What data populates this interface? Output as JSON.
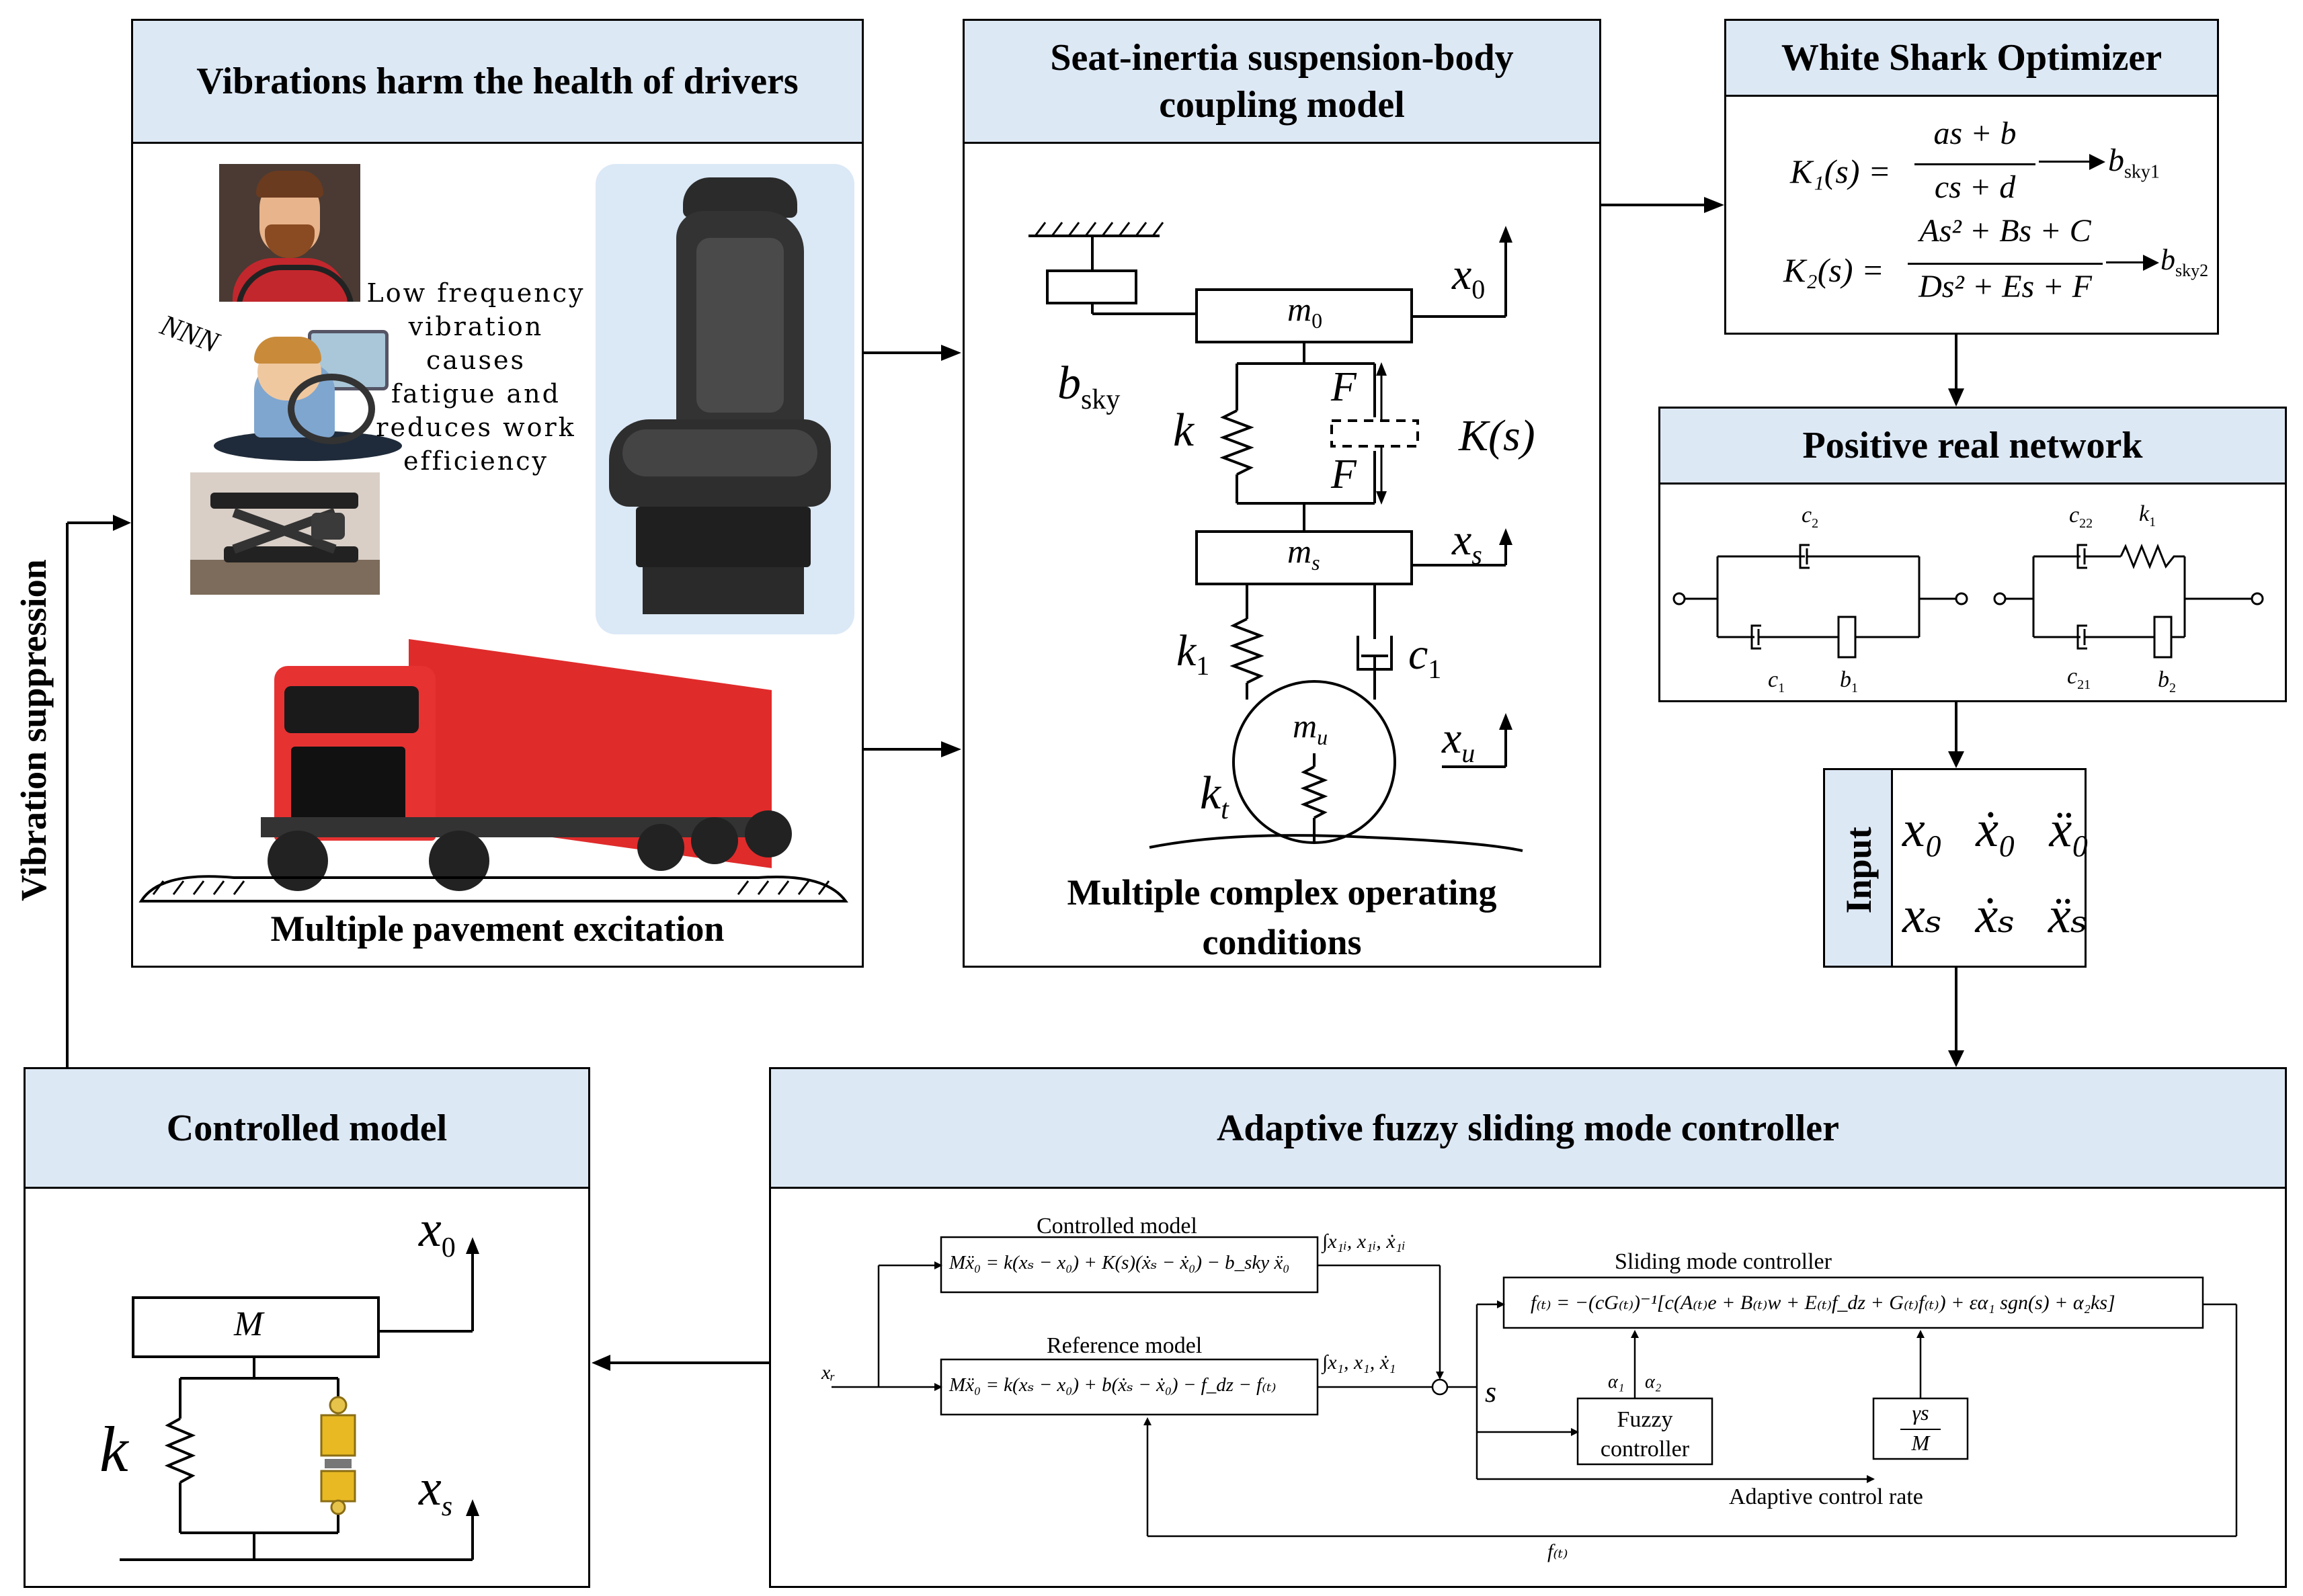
{
  "panels": {
    "vibrations": {
      "title": "Vibrations harm the health of drivers",
      "caption_lines": [
        "Low frequency",
        "vibration causes",
        "fatigue and",
        "reduces work",
        "efficiency"
      ],
      "sleep_mark": "NNN",
      "footer": "Multiple pavement excitation"
    },
    "coupling": {
      "title_lines": [
        "Seat-inertia suspension-body",
        "coupling model"
      ],
      "labels": {
        "x0": "x",
        "x0_sub": "0",
        "m0": "m",
        "m0_sub": "0",
        "bsky": "b",
        "bsky_sub": "sky",
        "k": "k",
        "F_top": "F",
        "F_bot": "F",
        "Ks": "K(s)",
        "xs": "x",
        "xs_sub": "s",
        "ms": "m",
        "ms_sub": "s",
        "k1": "k",
        "k1_sub": "1",
        "c1": "c",
        "c1_sub": "1",
        "mu": "m",
        "mu_sub": "u",
        "xu": "x",
        "xu_sub": "u",
        "kt": "k",
        "kt_sub": "t"
      },
      "footer_lines": [
        "Multiple complex operating",
        "conditions"
      ]
    },
    "wso": {
      "title": "White Shark Optimizer",
      "eq1": {
        "lhs": "K₁(s) =",
        "num": "as + b",
        "den": "cs + d",
        "out": "b",
        "out_sub": "sky1"
      },
      "eq2": {
        "lhs": "K₂(s) =",
        "num": "As² + Bs + C",
        "den": "Ds² + Es + F",
        "out": "b",
        "out_sub": "sky2"
      }
    },
    "network": {
      "title": "Positive real network",
      "labels": {
        "c2": "c",
        "c2_sub": "2",
        "c1": "c",
        "c1_sub": "1",
        "b1": "b",
        "b1_sub": "1",
        "c22": "c",
        "c22_sub": "22",
        "k1": "k",
        "k1_sub": "1",
        "c21": "c",
        "c21_sub": "21",
        "b2": "b",
        "b2_sub": "2"
      }
    },
    "input": {
      "label": "Input",
      "row1": [
        "x₀",
        "ẋ₀",
        "ẍ₀"
      ],
      "row2": [
        "xₛ",
        "ẋₛ",
        "ẍₛ"
      ]
    },
    "controlled": {
      "title": "Controlled model",
      "labels": {
        "x0": "x",
        "x0_sub": "0",
        "M": "M",
        "k": "k",
        "xs": "x",
        "xs_sub": "s"
      }
    },
    "afsmc": {
      "title": "Adaptive fuzzy sliding mode controller",
      "controlled_model": "Controlled model",
      "controlled_eq": "Mẍ₀ = k(xₛ − x₀) + K(s)(ẋₛ − ẋ₀) − b_sky ẍ₀",
      "controlled_out": "∫x₁ᵢ, x₁ᵢ, ẋ₁ᵢ",
      "reference_model": "Reference model",
      "reference_eq": "Mẍ₀ = k(xₛ − x₀) + b(ẋₛ − ẋ₀) − f_dz − f₍ₜ₎",
      "reference_out": "∫x₁, x₁, ẋ₁",
      "xr": "xᵣ",
      "sum": "⊗",
      "s": "s",
      "smc_label": "Sliding mode controller",
      "smc_eq": "f₍ₜ₎ = −(cG₍ₜ₎)⁻¹[c(A₍ₜ₎e + B₍ₜ₎w + E₍ₜ₎f_dz + G₍ₜ₎f₍ₜ₎) + εα₁ sgn(s) + α₂ks]",
      "alpha1": "α₁",
      "alpha2": "α₂",
      "fuzzy": [
        "Fuzzy",
        "controller"
      ],
      "adaptive_num": "γs",
      "adaptive_den": "M",
      "adaptive_label": "Adaptive control rate",
      "ft": "f₍ₜ₎"
    }
  },
  "side_label": "Vibration suppression"
}
